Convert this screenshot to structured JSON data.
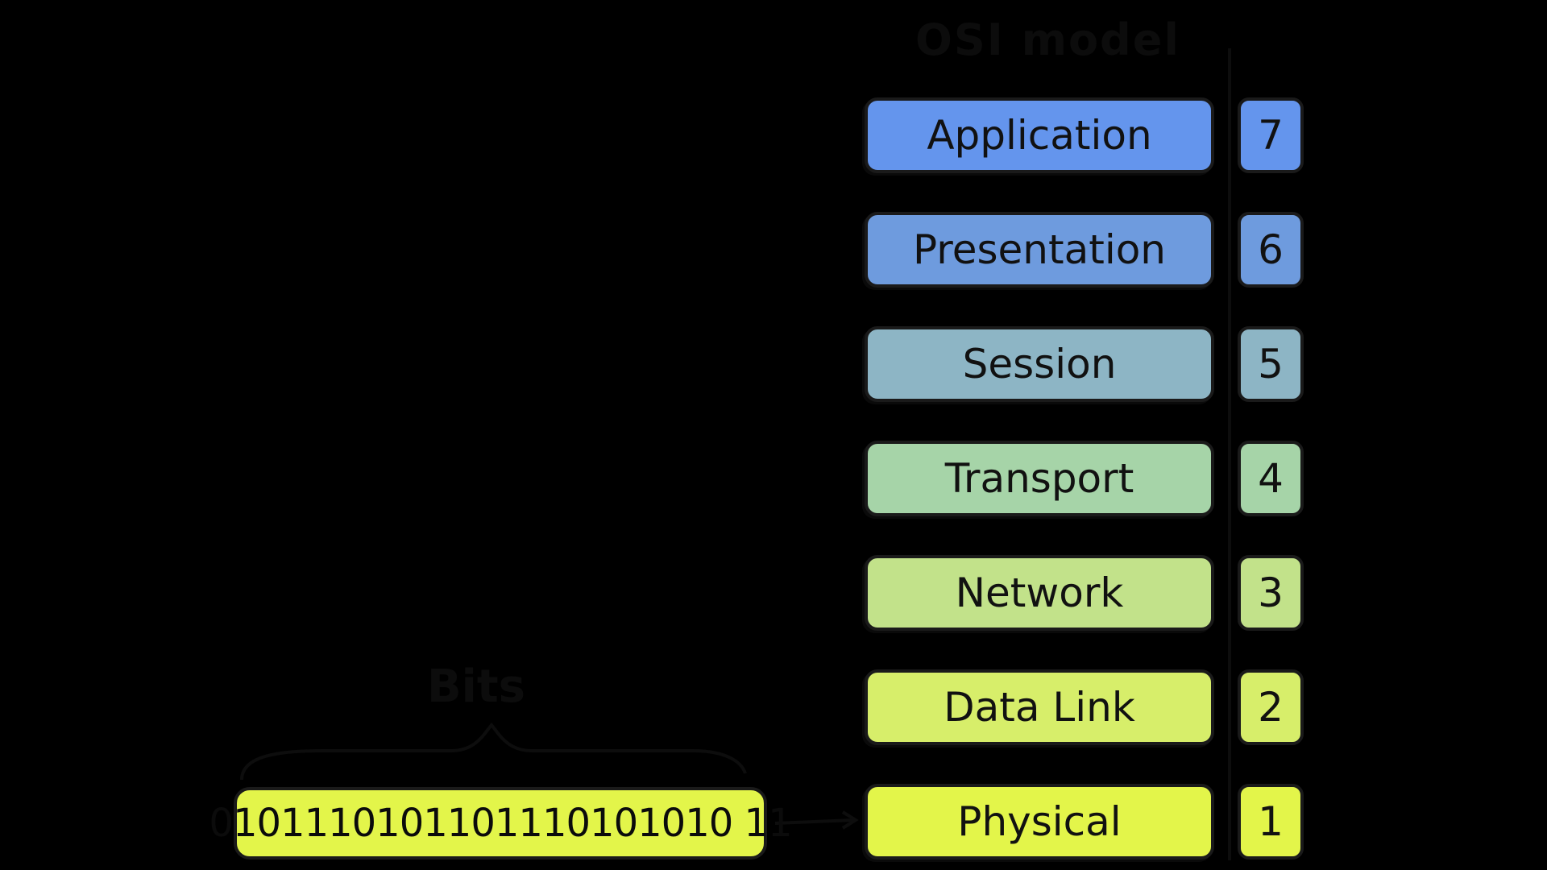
{
  "diagram": {
    "title": "OSI model",
    "layers": [
      {
        "name": "Application",
        "number": "7",
        "color": "#6495ED"
      },
      {
        "name": "Presentation",
        "number": "6",
        "color": "#6E9BDE"
      },
      {
        "name": "Session",
        "number": "5",
        "color": "#8DB5C5"
      },
      {
        "name": "Transport",
        "number": "4",
        "color": "#A6D4A8"
      },
      {
        "name": "Network",
        "number": "3",
        "color": "#C2E28A"
      },
      {
        "name": "Data Link",
        "number": "2",
        "color": "#D7EE6A"
      },
      {
        "name": "Physical",
        "number": "1",
        "color": "#E3F54A"
      }
    ],
    "bits": {
      "caption": "Bits",
      "value": "0101110101101110101010 11",
      "color": "#E3F54A"
    }
  }
}
